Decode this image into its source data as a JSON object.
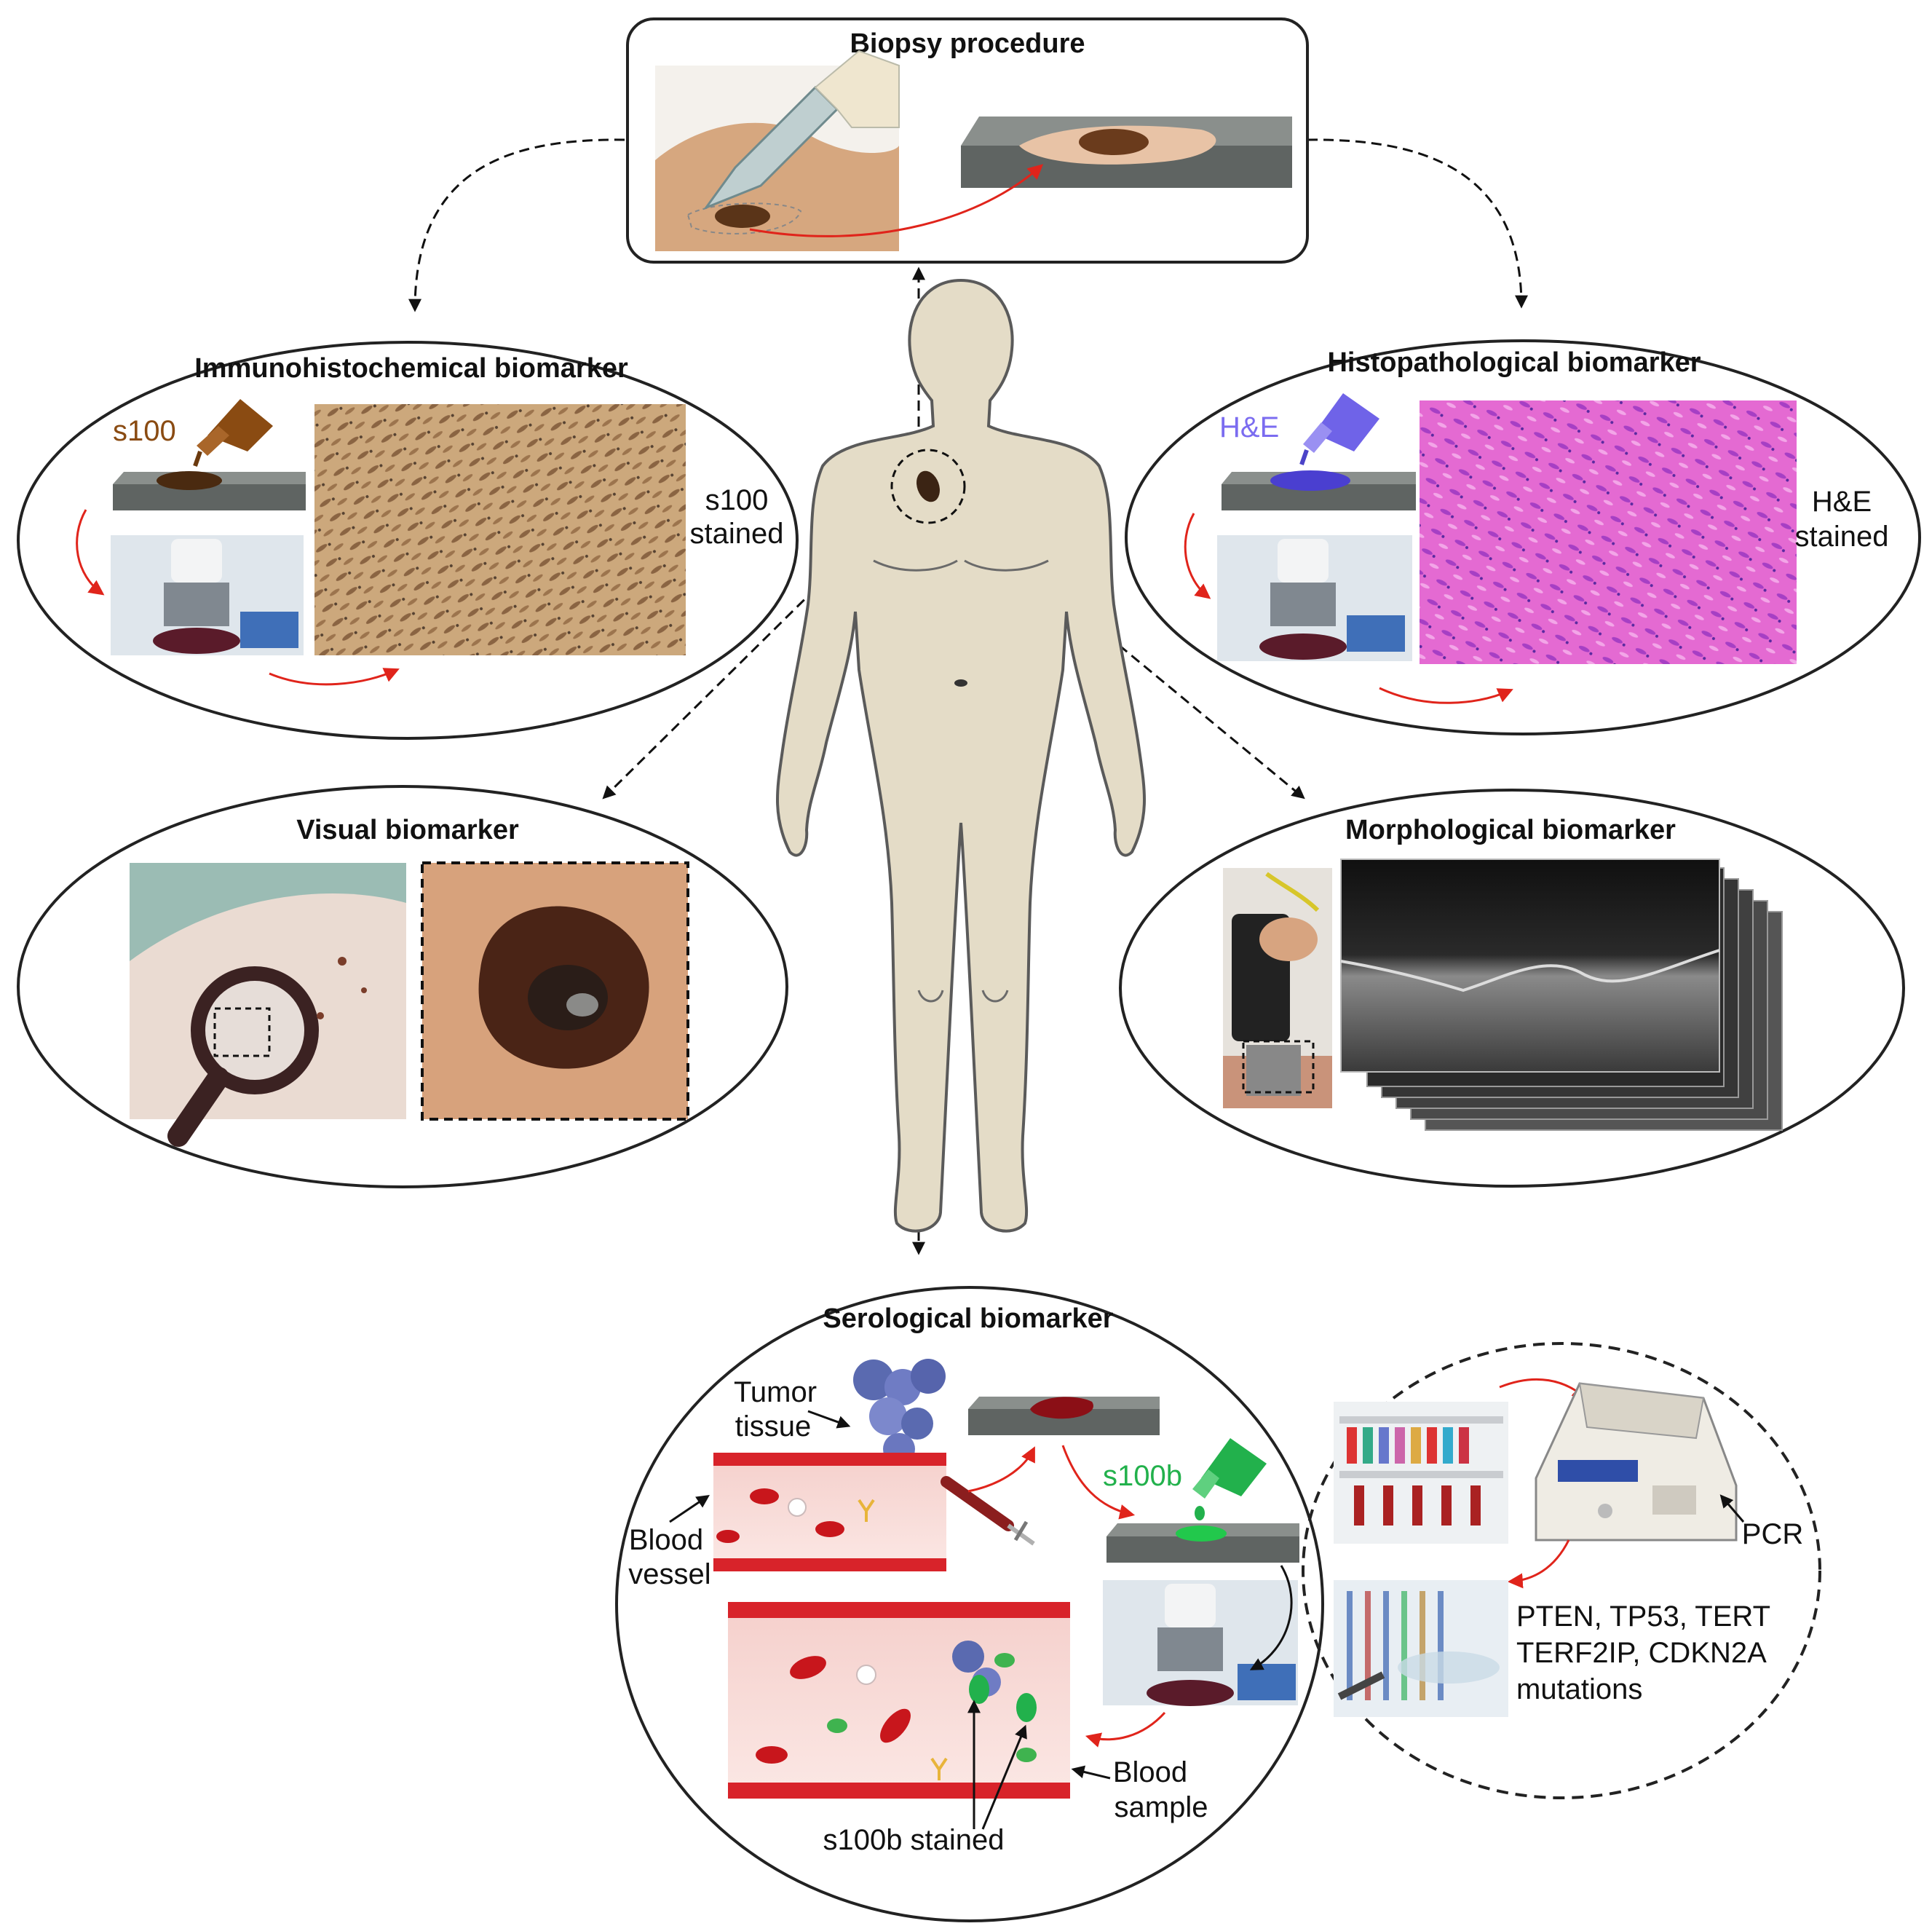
{
  "panels": {
    "biopsy": {
      "title": "Biopsy procedure"
    },
    "immunohistochemical": {
      "title": "Immunohistochemical biomarker",
      "stain_label": "s100",
      "result_label_line1": "s100",
      "result_label_line2": "stained"
    },
    "histopathological": {
      "title": "Histopathological biomarker",
      "stain_label": "H&E",
      "result_label_line1": "H&E",
      "result_label_line2": "stained"
    },
    "visual": {
      "title": "Visual biomarker"
    },
    "morphological": {
      "title": "Morphological biomarker"
    },
    "serological": {
      "title": "Serological biomarker",
      "tumor_label_line1": "Tumor",
      "tumor_label_line2": "tissue",
      "vessel_label_line1": "Blood",
      "vessel_label_line2": "vessel",
      "stain_label": "s100b",
      "stained_label": "s100b stained",
      "sample_label_line1": "Blood",
      "sample_label_line2": "sample"
    },
    "pcr": {
      "label": "PCR",
      "mutations_line1": "PTEN, TP53, TERT",
      "mutations_line2": "TERF2IP, CDKN2A",
      "mutations_line3": "mutations"
    }
  },
  "colors": {
    "s100_brown": "#8a4b12",
    "he_purple": "#7b6cf0",
    "s100b_green": "#22b14c",
    "arrow_red": "#e0241b",
    "skin": "#e4dcc7",
    "slide_gray": "#5f6462"
  }
}
